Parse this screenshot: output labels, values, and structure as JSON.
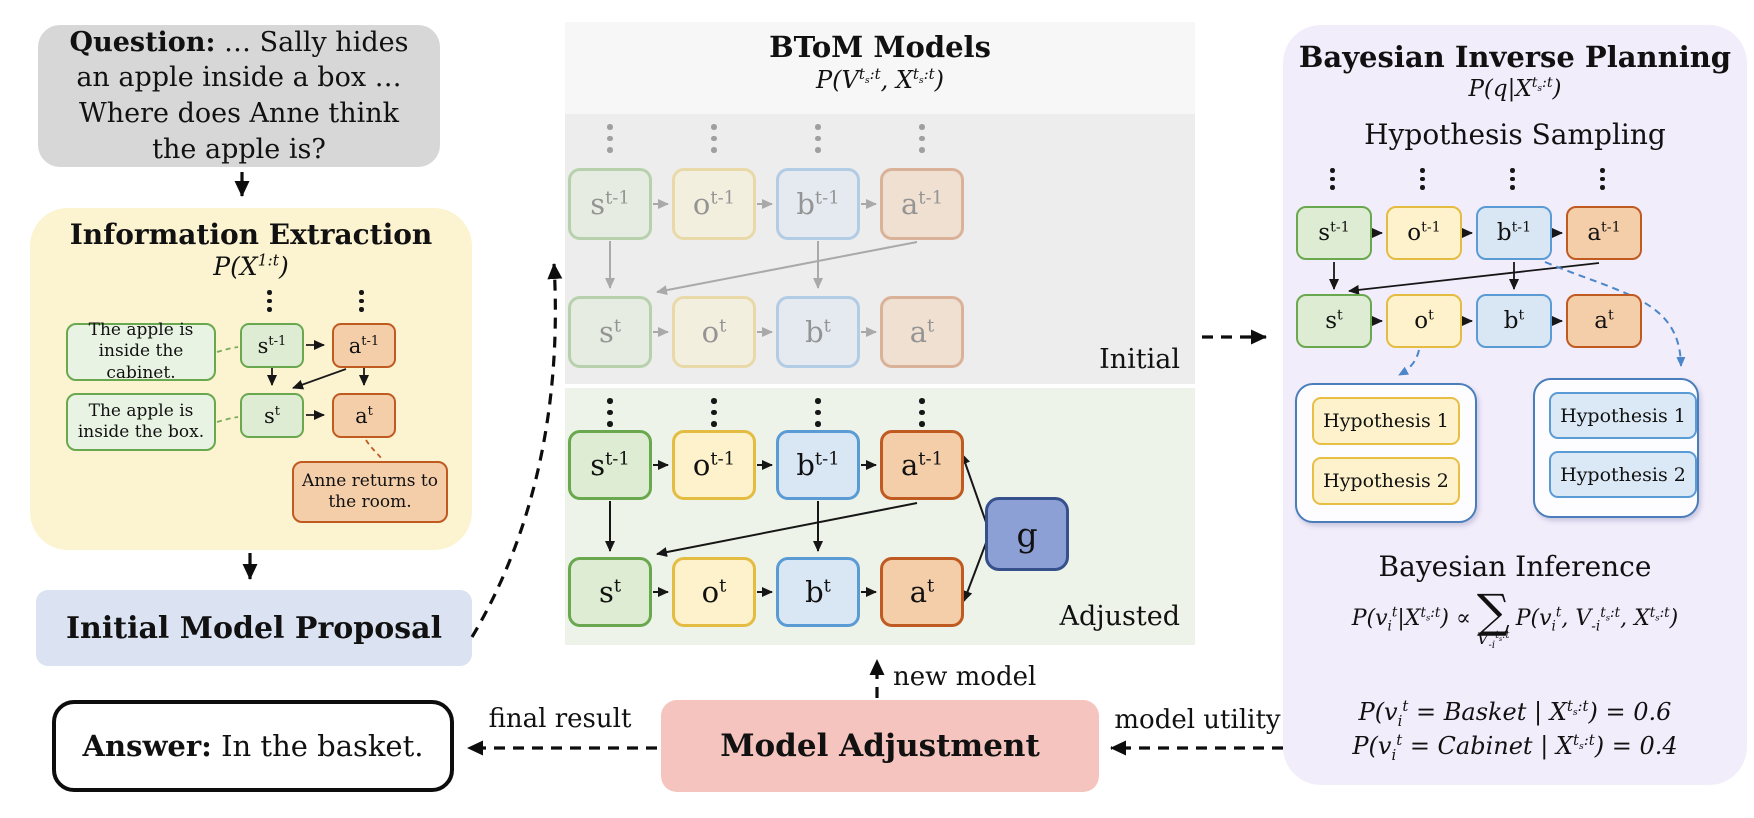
{
  "nodes": {
    "row1": [
      "s^{t-1}",
      "o^{t-1}",
      "b^{t-1}",
      "a^{t-1}"
    ],
    "row2": [
      "s^{t}",
      "o^{t}",
      "b^{t}",
      "a^{t}"
    ]
  },
  "left": {
    "question": {
      "label": "Question:",
      "text": "… Sally hides an apple inside a box … Where does Anne think the apple is?"
    },
    "information_extraction": {
      "title": "Information Extraction",
      "formula": "P(X^{1:t})",
      "statement_1": "The apple is inside the cabinet.",
      "statement_2": "The apple is inside the box.",
      "action_note": "Anne returns to the room."
    },
    "initial_model_proposal": "Initial Model Proposal",
    "answer": {
      "label": "Answer:",
      "text": "In the basket."
    }
  },
  "center": {
    "title": "BToM Models",
    "formula": "P(V^{t_{s}:t}, X^{t_{s}:t})",
    "initial_label": "Initial",
    "adjusted_label": "Adjusted",
    "goal_label": "g",
    "model_adjustment": "Model Adjustment",
    "edge_labels": {
      "new_model": "new model",
      "final_result": "final result",
      "model_utility": "model utility"
    }
  },
  "right": {
    "title": "Bayesian Inverse Planning",
    "formula": "P(q|X^{t_{s}:t})",
    "hypothesis_sampling_title": "Hypothesis Sampling",
    "observation_hypotheses": [
      "Hypothesis 1",
      "Hypothesis 2"
    ],
    "belief_hypotheses": [
      "Hypothesis 1",
      "Hypothesis 2"
    ],
    "bayesian_inference": {
      "title": "Bayesian Inference",
      "formula_lhs": "P(v_{i}^{t}|X^{t_{s}:t}) ∝",
      "sum_symbol": "∑",
      "sum_subscript": "V_{-i}^{t_{s}:t}",
      "formula_rhs": "P(v_{i}^{t}, V_{-i}^{t_{s}:t}, X^{t_{s}:t})",
      "result_1": "P(v_{i}^{t} = Basket | X^{t_{s}:t}) = 0.6",
      "result_2": "P(v_{i}^{t} = Cabinet | X^{t_{s}:t}) = 0.4"
    }
  },
  "colors": {
    "state_node": "#6aa84f",
    "observation_node": "#e4bc42",
    "belief_node": "#5b9bd5",
    "action_node": "#bf5b21",
    "goal_node": "#36508c",
    "question_panel": "#d7d7d7",
    "extraction_panel": "#fcf3d1",
    "proposal_panel": "#dbe2f2",
    "adjustment_panel": "#f5c4be",
    "inverse_planning_panel": "#f2edfb",
    "initial_panel": "#ededed",
    "adjusted_panel": "#edf3e9"
  }
}
